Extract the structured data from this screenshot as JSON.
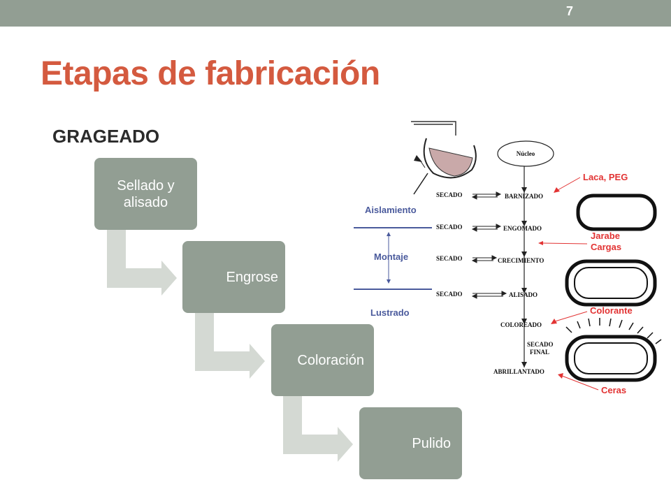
{
  "header": {
    "page_number": "7"
  },
  "title": "Etapas de fabricación",
  "subtitle": "GRAGEADO",
  "steps": [
    {
      "label": "Sellado y alisado"
    },
    {
      "label": "Engrose"
    },
    {
      "label": "Coloración"
    },
    {
      "label": "Pulido"
    }
  ],
  "diagram": {
    "nucleus": "Núcleo",
    "process": [
      "BARNIZADO",
      "ENGOMADO",
      "CRECIMIENTO",
      "ALISADO",
      "COLOREADO",
      "ABRILLANTADO"
    ],
    "drying": [
      "SECADO",
      "SECADO",
      "SECADO",
      "SECADO"
    ],
    "final_drying": [
      "SECADO",
      "FINAL"
    ],
    "phases": [
      "Aislamiento",
      "Montaje",
      "Lustrado"
    ],
    "additives": [
      "Laca, PEG",
      "Jarabe",
      "Cargas",
      "Colorante",
      "Ceras"
    ],
    "colors": {
      "accent_red": "#e23333",
      "phase_blue": "#4a5a9c",
      "step_gray": "#929e93"
    }
  }
}
